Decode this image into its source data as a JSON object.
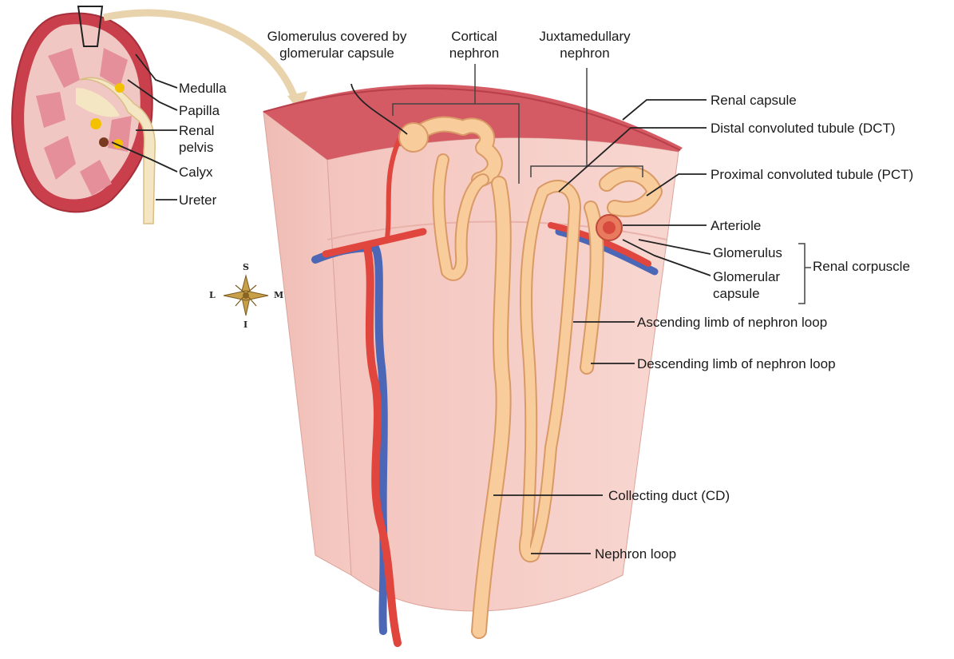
{
  "labels": {
    "glomerulus_covered_line1": "Glomerulus covered by",
    "glomerulus_covered_line2": "glomerular capsule",
    "cortical_line1": "Cortical",
    "cortical_line2": "nephron",
    "juxta_line1": "Juxtamedullary",
    "juxta_line2": "nephron",
    "renal_capsule": "Renal capsule",
    "dct": "Distal convoluted tubule (DCT)",
    "pct": "Proximal convoluted tubule (PCT)",
    "arteriole": "Arteriole",
    "glomerulus": "Glomerulus",
    "glomerular_capsule_line1": "Glomerular",
    "glomerular_capsule_line2": "capsule",
    "renal_corpuscle": "Renal corpuscle",
    "ascending_limb": "Ascending limb of nephron loop",
    "descending_limb": "Descending limb of nephron loop",
    "collecting_duct": "Collecting duct (CD)",
    "nephron_loop": "Nephron loop",
    "medulla": "Medulla",
    "papilla": "Papilla",
    "renal_pelvis_line1": "Renal",
    "renal_pelvis_line2": "pelvis",
    "calyx": "Calyx",
    "ureter": "Ureter"
  },
  "compass": {
    "north": "S",
    "south": "I",
    "west": "L",
    "east": "M"
  },
  "colors": {
    "tissue": "#f6d2cc",
    "capsule": "#d45a64",
    "tubule": "#f9cc9c",
    "tubule_outline": "#d99a66",
    "artery": "#e0453e",
    "vein": "#4b67b5"
  }
}
